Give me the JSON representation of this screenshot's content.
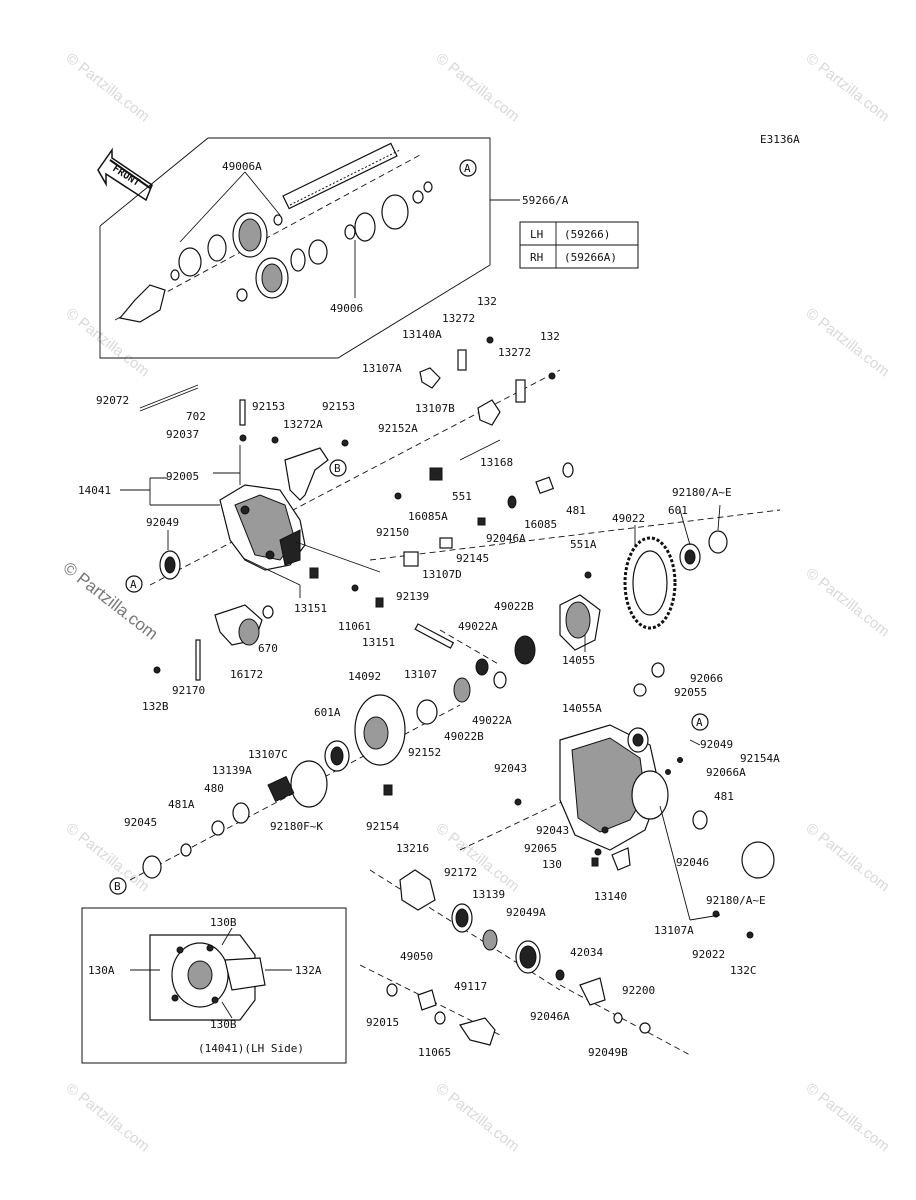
{
  "diagram_code": "E3136A",
  "front_label": "FRONT",
  "watermark": "© Partzilla.com",
  "table": {
    "rows": [
      {
        "side": "LH",
        "part": "(59266)"
      },
      {
        "side": "RH",
        "part": "(59266A)"
      }
    ]
  },
  "inset_caption": "(14041)(LH Side)",
  "ref_marks": {
    "A": "A",
    "B": "B"
  },
  "labels": {
    "p49006A": "49006A",
    "p59266A": "59266/A",
    "p49006": "49006",
    "p132a": "132",
    "p13272a": "13272",
    "p13140A": "13140A",
    "p132b": "132",
    "p13272b": "13272",
    "p13107A": "13107A",
    "p92072": "92072",
    "p702": "702",
    "p92153a": "92153",
    "p92153b": "92153",
    "p92037": "92037",
    "p13272A": "13272A",
    "p13107B": "13107B",
    "p92152A": "92152A",
    "p13168": "13168",
    "p92005": "92005",
    "p14041": "14041",
    "p551": "551",
    "p481a": "481",
    "p16085A": "16085A",
    "p16085": "16085",
    "p92150": "92150",
    "p92046A": "92046A",
    "p49022": "49022",
    "p92180AE": "92180/A~E",
    "p601": "601",
    "p92049a": "92049",
    "p92145": "92145",
    "p551A": "551A",
    "p13107D": "13107D",
    "p92139": "92139",
    "p13151a": "13151",
    "p11061": "11061",
    "p13151b": "13151",
    "p670": "670",
    "p49022B": "49022B",
    "p49022A": "49022A",
    "p16172": "16172",
    "p14055": "14055",
    "p92170": "92170",
    "p13107": "13107",
    "p92066": "92066",
    "p14092": "14092",
    "p132B": "132B",
    "p92055": "92055",
    "p601A": "601A",
    "p14055A": "14055A",
    "p49022A2": "49022A",
    "p49022B2": "49022B",
    "p92152": "92152",
    "p13107C": "13107C",
    "p92049b": "92049",
    "p13139A": "13139A",
    "p92154A": "92154A",
    "p92066A": "92066A",
    "p92043a": "92043",
    "p480": "480",
    "p92180FK": "92180F~K",
    "p481A": "481A",
    "p481b": "481",
    "p92154": "92154",
    "p92045": "92045",
    "p92043b": "92043",
    "p92065": "92065",
    "p92046": "92046",
    "p130": "130",
    "p13216": "13216",
    "p92172": "92172",
    "p13140": "13140",
    "p92180AE2": "92180/A~E",
    "p13139": "13139",
    "p92049A": "92049A",
    "p13107A2": "13107A",
    "p92022": "92022",
    "p130B1": "130B",
    "p130A": "130A",
    "p132A": "132A",
    "p132C": "132C",
    "p130B2": "130B",
    "p42034": "42034",
    "p49050": "49050",
    "p92200": "92200",
    "p49117": "49117",
    "p92015": "92015",
    "p92046A2": "92046A",
    "p11065": "11065",
    "p92049B": "92049B"
  }
}
